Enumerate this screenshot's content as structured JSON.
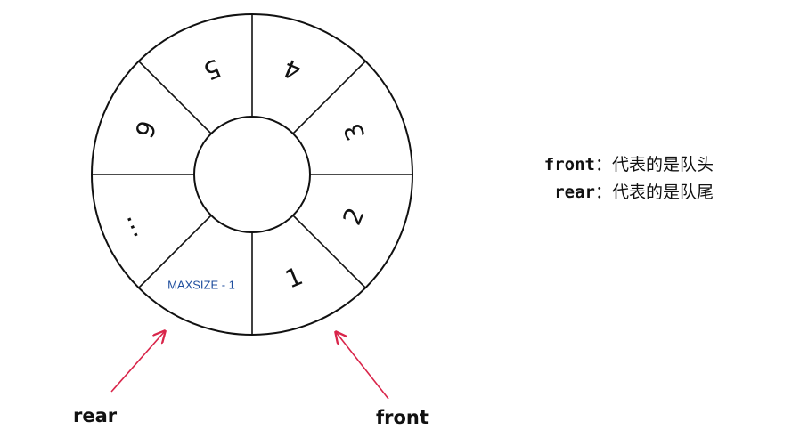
{
  "segments": {
    "s1": "1",
    "s2": "2",
    "s3": "3",
    "s4": "4",
    "s5": "5",
    "s6": "6",
    "s7": "…",
    "s8": "MAXSIZE - 1"
  },
  "pointers": {
    "rear": "rear",
    "front": "front"
  },
  "legend": {
    "front_key": "front",
    "front_desc": "：代表的是队头",
    "rear_key": "rear",
    "rear_desc": "：代表的是队尾"
  },
  "colors": {
    "arrow": "#d9254a",
    "outline": "#111111",
    "maxsize_text": "#1f4e9e"
  }
}
